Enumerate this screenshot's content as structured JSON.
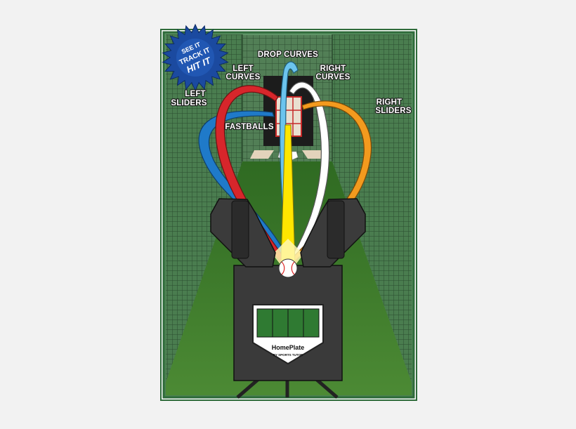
{
  "badge": {
    "line1": "SEE IT",
    "line2": "TRACK IT",
    "line3": "HIT IT"
  },
  "labels": {
    "drop_curves": "DROP CURVES",
    "left_curves_1": "LEFT",
    "left_curves_2": "CURVES",
    "right_curves_1": "RIGHT",
    "right_curves_2": "CURVES",
    "left_sliders_1": "LEFT",
    "left_sliders_2": "SLIDERS",
    "right_sliders_1": "RIGHT",
    "right_sliders_2": "SLIDERS",
    "fastballs": "FASTBALLS"
  },
  "machine": {
    "brand_name": "HomePlate",
    "brand_sub": "BY SPORTS TUTOR"
  },
  "colors": {
    "left_sliders": "#1f7ac9",
    "left_curves": "#d7262b",
    "fastballs": "#ffe600",
    "drop_curves": "#6cc4ee",
    "right_curves": "#ffffff",
    "right_sliders": "#f39a1e",
    "frame": "#2e6b3a",
    "turf": "#3f7a2c",
    "badge": "#1b4aa0"
  }
}
